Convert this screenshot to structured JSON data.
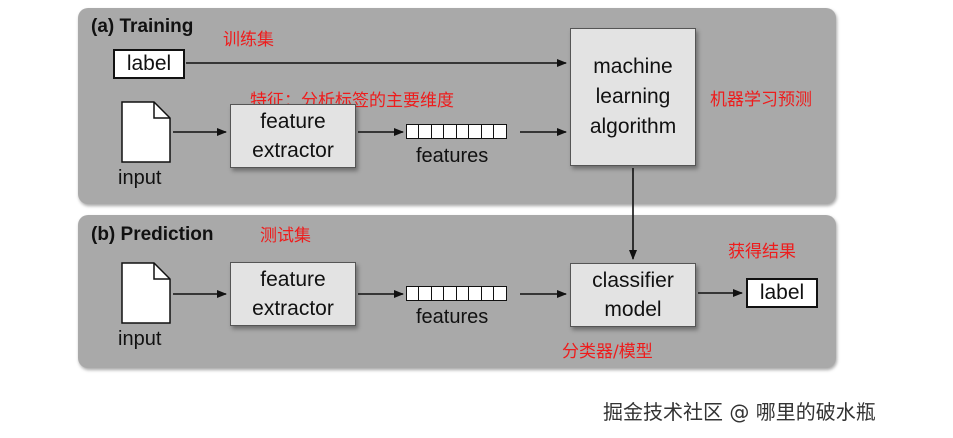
{
  "training": {
    "title": "(a) Training",
    "label": "label",
    "input": "input",
    "extractor": [
      "feature",
      "extractor"
    ],
    "features": "features",
    "algorithm": [
      "machine",
      "learning",
      "algorithm"
    ],
    "anno_set": "训练集",
    "anno_feature": "特征：分析标签的主要维度",
    "anno_algorithm": "机器学习预测"
  },
  "prediction": {
    "title": "(b) Prediction",
    "input": "input",
    "extractor": [
      "feature",
      "extractor"
    ],
    "features": "features",
    "model": [
      "classifier",
      "model"
    ],
    "label": "label",
    "anno_set": "测试集",
    "anno_result": "获得结果",
    "anno_model": "分类器/模型"
  },
  "watermark": "掘金技术社区 @ 哪里的破水瓶",
  "colors": {
    "panel": "#a9a9a9",
    "box": "#e3e3e3",
    "annotation": "#ee1c1c"
  }
}
